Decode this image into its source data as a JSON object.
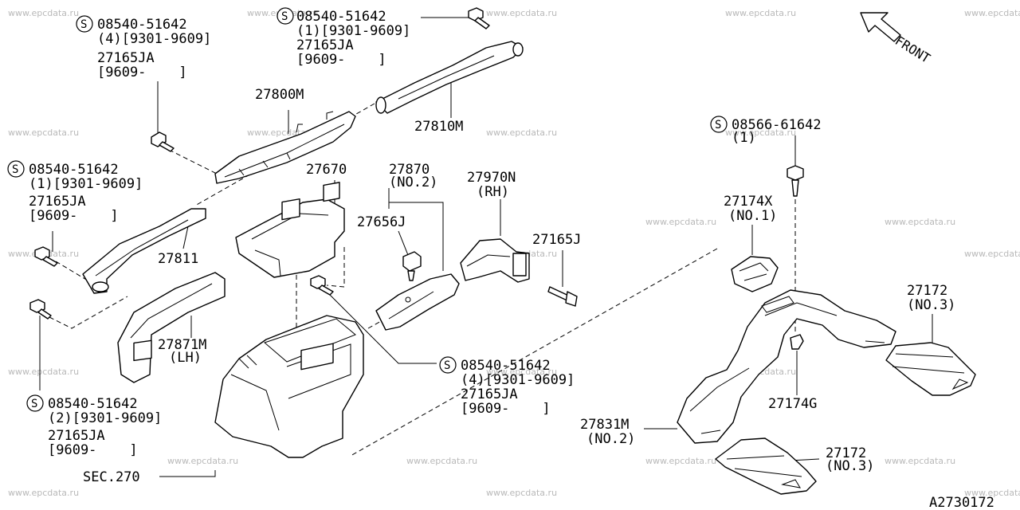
{
  "watermark": "www.epcdata.ru",
  "callouts": {
    "bolt_a": [
      "08540-51642",
      "(4)[9301-9609]",
      "27165JA",
      "[9609-    ]"
    ],
    "bolt_b": [
      "08540-51642",
      "(1)[9301-9609]",
      "27165JA",
      "[9609-    ]"
    ],
    "bolt_c": [
      "08540-51642",
      "(1)[9301-9609]",
      "27165JA",
      "[9609-    ]"
    ],
    "bolt_d": [
      "08540-51642",
      "(2)[9301-9609]",
      "27165JA",
      "[9609-    ]"
    ],
    "bolt_e": [
      "08540-51642",
      "(4)[9301-9609]",
      "27165JA",
      "[9609-    ]"
    ],
    "bolt_f": [
      "08566-61642",
      "(1)"
    ]
  },
  "symbol_s": "S",
  "parts": {
    "p27800M": "27800M",
    "p27810M": "27810M",
    "p27670": "27670",
    "p27870": [
      "27870",
      "(NO.2)"
    ],
    "p27656J": "27656J",
    "p27970N": [
      "27970N",
      "(RH)"
    ],
    "p27165J": "27165J",
    "p27811": "27811",
    "p27871M": [
      "27871M",
      "(LH)"
    ],
    "p27174X": [
      "27174X",
      "(NO.1)"
    ],
    "p27172a": [
      "27172",
      "(NO.3)"
    ],
    "p27174G": "27174G",
    "p27831M": [
      "27831M",
      "(NO.2)"
    ],
    "p27172b": [
      "27172",
      "(NO.3)"
    ],
    "sec": "SEC.270"
  },
  "front_label": "FRONT",
  "diagram_code": "A2730172"
}
